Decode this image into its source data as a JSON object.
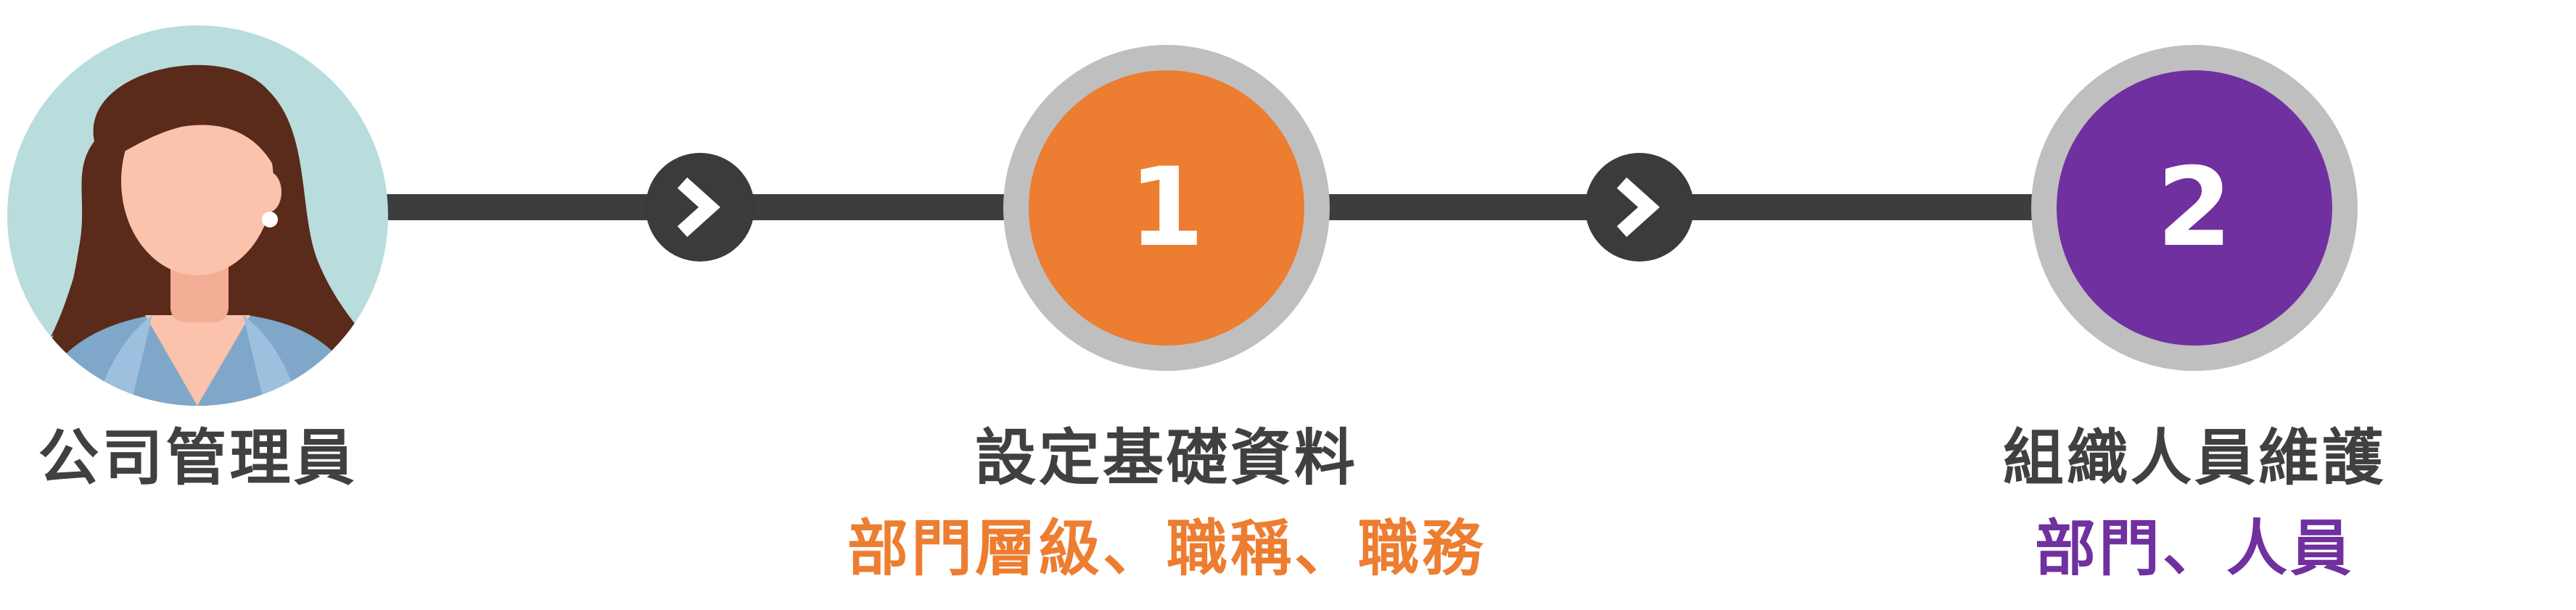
{
  "steps": [
    {
      "role": "actor",
      "label": "公司管理員"
    },
    {
      "number": "1",
      "title": "設定基礎資料",
      "subtitle": "部門層級、職稱、職務",
      "color": "#ED7D31"
    },
    {
      "number": "2",
      "title": "組織人員維護",
      "subtitle": "部門、人員",
      "color": "#7030A0"
    }
  ],
  "colors": {
    "connector": "#3D3D3D",
    "ring": "#BFBFBF",
    "label_text": "#404040",
    "avatar_bg": "#B9DCDD",
    "hair": "#5A2A1A",
    "skin": "#FBC2AC"
  },
  "icons": [
    "chevron-right-icon",
    "avatar-woman-icon"
  ]
}
